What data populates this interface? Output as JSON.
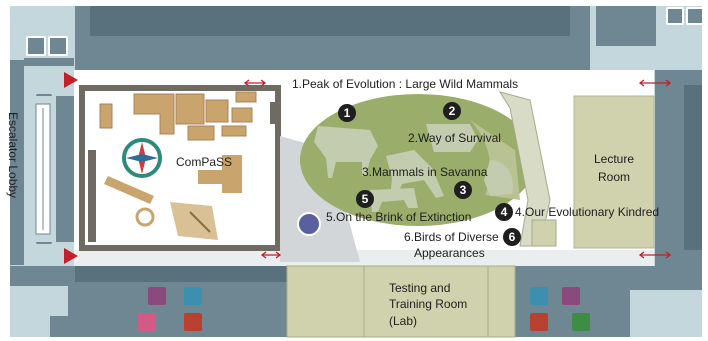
{
  "map": {
    "areas": {
      "peak_of_evolution": "1.Peak of Evolution : Large Wild Mammals",
      "way_of_survival": "2.Way of Survival",
      "mammals_in_savanna": "3.Mammals in Savanna",
      "evolutionary_kindred": "4.Our Evolutionary Kindred",
      "brink_of_extinction": "5.On the Brink of Extinction",
      "birds_of_diverse_1": "6.Birds of Diverse",
      "birds_of_diverse_2": "Appearances"
    },
    "markers": [
      "1",
      "2",
      "3",
      "4",
      "5",
      "6"
    ],
    "rooms": {
      "compass": "ComPaSS",
      "lecture_1": "Lecture",
      "lecture_2": "Room",
      "testing_1": "Testing and",
      "testing_2": "Training Room",
      "testing_3": "(Lab)",
      "escalator_lobby": "Escalator Lobby"
    },
    "icons": [
      "elevator-icon",
      "stairs-icon",
      "restroom-male-icon",
      "restroom-female-icon",
      "nursing-room-icon",
      "accessible-restroom-icon",
      "museum-logo-icon"
    ],
    "colors": {
      "wall": "#6e8792",
      "floor_light": "#c3d7dc",
      "lawn": "#9aad6a",
      "room": "#cfd2ad",
      "compass_block": "#c9a46c",
      "arrow_red": "#c2202a",
      "male_blue": "#3d8fb0",
      "female_red": "#b8412f",
      "nursing_pink": "#d45a86",
      "accessible_green": "#3d8d45",
      "baby_change_violet": "#8a4b7c"
    }
  }
}
